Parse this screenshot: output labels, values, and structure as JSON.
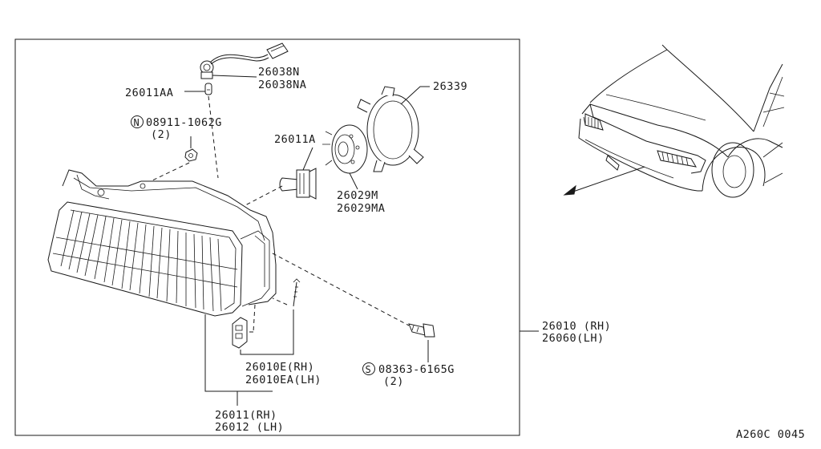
{
  "labels": {
    "socket": [
      "26038N",
      "26038NA"
    ],
    "bulb_small": "26011AA",
    "nut_part": "08911-1062G",
    "nut_qty": "(2)",
    "nut_symbol": "N",
    "bulb_main": "26011A",
    "ring": "26339",
    "retainer": [
      "26029M",
      "26029MA"
    ],
    "bracket": [
      "26010E(RH)",
      "26010EA(LH)"
    ],
    "bolt_part": "08363-6165G",
    "bolt_qty": "(2)",
    "bolt_symbol": "S",
    "lens": [
      "26011(RH)",
      "26012 (LH)"
    ],
    "assembly": [
      "26010 (RH)",
      "26060(LH)"
    ],
    "figure_code": "A260C 0045"
  }
}
